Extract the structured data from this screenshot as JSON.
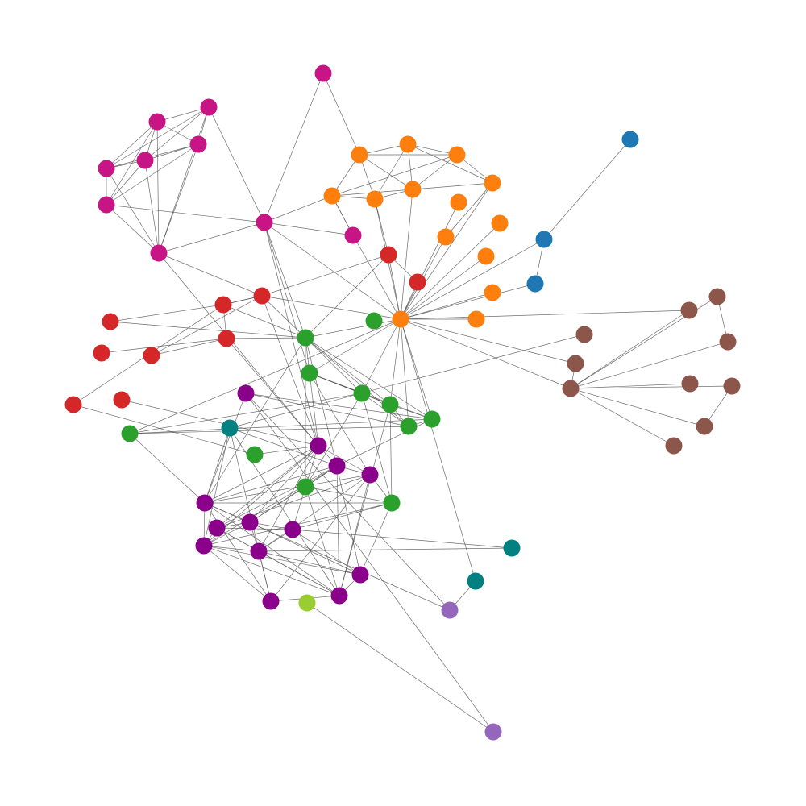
{
  "palette": {
    "blue": "#1f77b4",
    "orange": "#ff7f0e",
    "green": "#2ca02c",
    "red": "#d62728",
    "purple": "#8b008b",
    "lavender": "#9467bd",
    "brown": "#8c564b",
    "magenta": "#c71585",
    "teal": "#008080",
    "yellowgreen": "#9acd32"
  },
  "groups": [
    {
      "name": "magenta",
      "color": "#c71585",
      "size": 11
    },
    {
      "name": "orange",
      "color": "#ff7f0e",
      "size": 14
    },
    {
      "name": "blue",
      "color": "#1f77b4",
      "size": 3
    },
    {
      "name": "red",
      "color": "#d62728",
      "size": 11
    },
    {
      "name": "green",
      "color": "#2ca02c",
      "size": 11
    },
    {
      "name": "purple",
      "color": "#8b008b",
      "size": 14
    },
    {
      "name": "teal",
      "color": "#008080",
      "size": 3
    },
    {
      "name": "lavender",
      "color": "#9467bd",
      "size": 2
    },
    {
      "name": "brown",
      "color": "#8c564b",
      "size": 11
    },
    {
      "name": "yellowgreen",
      "color": "#9acd32",
      "size": 1
    }
  ]
}
